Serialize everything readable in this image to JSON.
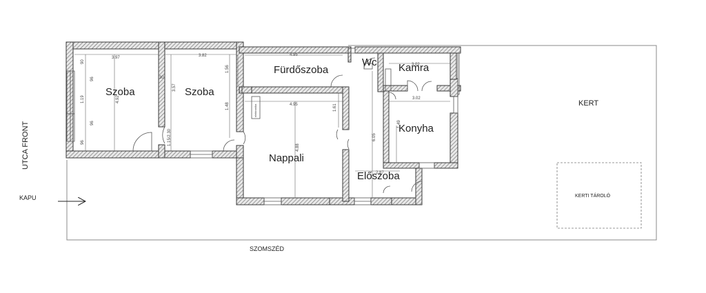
{
  "rooms": {
    "szoba1": "Szoba",
    "szoba2": "Szoba",
    "furdoszoba": "Fürdőszoba",
    "wc": "Wc",
    "kamra": "Kamra",
    "konyha": "Konyha",
    "nappali": "Nappali",
    "eloszoba": "Előszoba"
  },
  "site": {
    "kert": "KERT",
    "kerti_tarolo": "KERTI TÁROLÓ",
    "utca_front": "UTCA FRONT",
    "kapu": "KAPU",
    "szomszed": "SZOMSZÉD"
  },
  "dimensions": {
    "szoba1_width": "3.97",
    "szoba1_depth": "4.92",
    "szoba2_width": "3.82",
    "szoba2_depth": "3.57",
    "szoba2_door": "1.15/2.30",
    "furdo_width": "4.95",
    "furdo_depth": "1.56",
    "nappali_width": "4.95",
    "nappali_depth": "4.88",
    "nappali_side1": "1.48",
    "nappali_side2": "1.61",
    "konyha_width": "3.02",
    "konyha_depth": "1.49",
    "kamra_width": "3.02",
    "eloszoba_depth": "6.05",
    "eloszoba_width": "2.87",
    "window_96": "96",
    "window_119": "1.19",
    "wall_90": "90",
    "wall_30": "30",
    "hob_label": "elektronika"
  }
}
